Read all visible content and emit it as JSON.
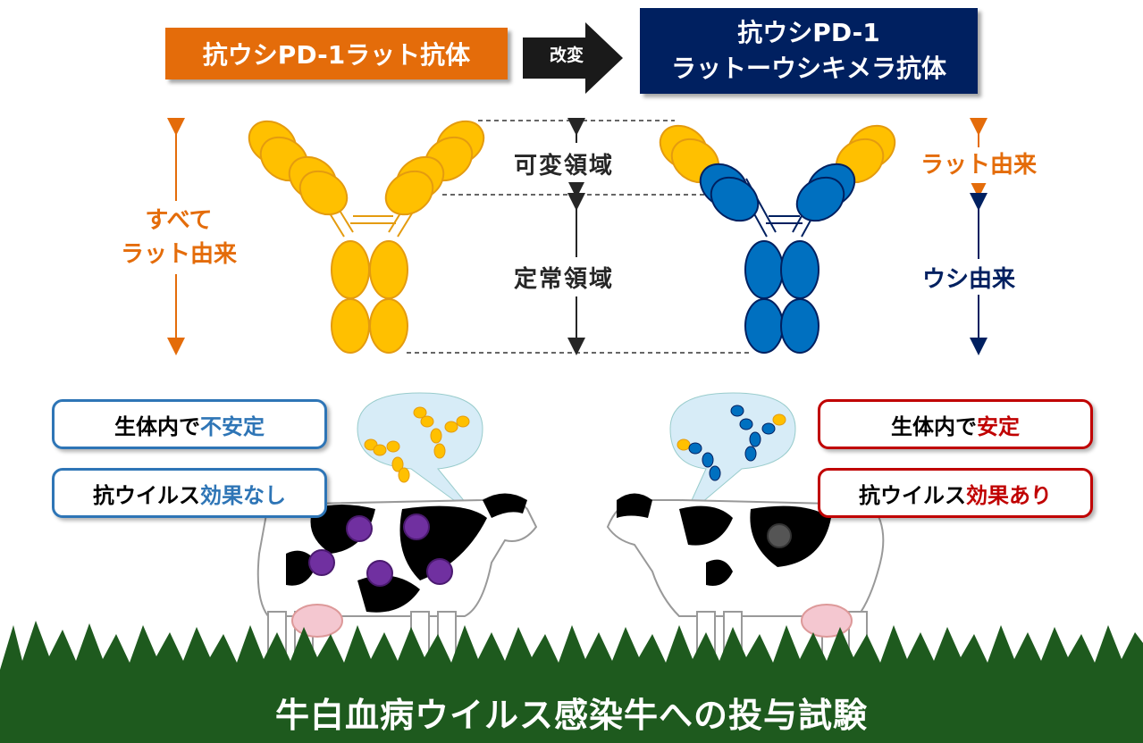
{
  "header": {
    "left_box": "抗ウシPD-1ラット抗体",
    "arrow_label": "改変",
    "right_box_line1": "抗ウシPD-1",
    "right_box_line2": "ラットーウシキメラ抗体"
  },
  "regions": {
    "variable": "可変領域",
    "constant": "定常領域"
  },
  "left_side": {
    "line1": "すべて",
    "line2": "ラット由来"
  },
  "right_side": {
    "rat_origin": "ラット由来",
    "bovine_origin": "ウシ由来"
  },
  "left_status": {
    "box1_prefix": "生体内で",
    "box1_highlight": "不安定",
    "box2_prefix": "抗ウイルス",
    "box2_highlight": "効果なし"
  },
  "right_status": {
    "box1_prefix": "生体内で",
    "box1_highlight": "安定",
    "box2_prefix": "抗ウイルス",
    "box2_highlight": "効果あり"
  },
  "footer": {
    "title": "牛白血病ウイルス感染牛への投与試験"
  },
  "colors": {
    "rat": "#e46c0a",
    "rat_fill": "#ffc000",
    "bovine": "#002060",
    "bovine_fill": "#0070c0",
    "virus": "#7030a0",
    "grass": "#1e5a1e",
    "unstable": "#2e75b6",
    "stable": "#c00000"
  }
}
